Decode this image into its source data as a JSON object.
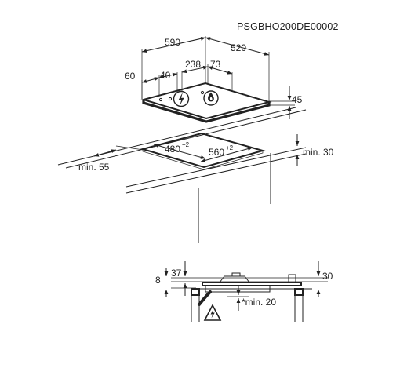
{
  "document_code": "PSGBHO200DE00002",
  "top_view": {
    "width": "590",
    "depth": "520",
    "burner_offset_a": "238",
    "burner_offset_b": "73",
    "knob_offset_a": "60",
    "knob_offset_b": "40",
    "height": "45"
  },
  "cutout": {
    "length": "480",
    "length_tolerance": "+2",
    "width": "560",
    "width_tolerance": "+2",
    "min_front": "min. 55",
    "min_back": "min. 30"
  },
  "side_view": {
    "dim_left_a": "8",
    "dim_left_b": "37",
    "dim_right": "30",
    "min_clearance": "*min. 20"
  },
  "icons": [
    "electric-warning-icon",
    "gas-flame-icon"
  ]
}
